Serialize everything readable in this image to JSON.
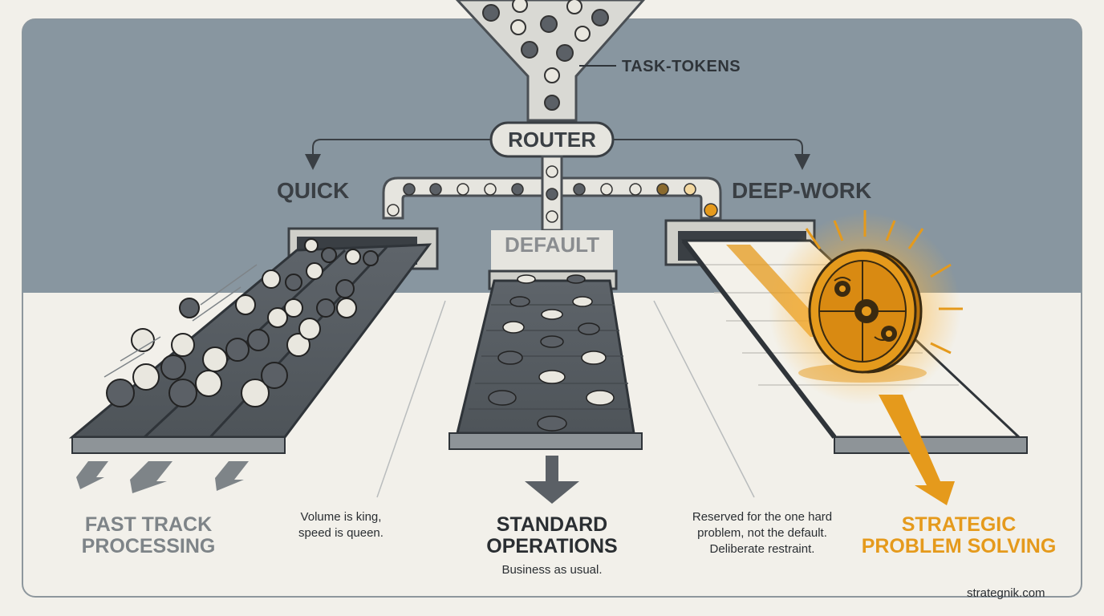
{
  "labels": {
    "task_tokens": "TASK-TOKENS",
    "router": "ROUTER",
    "quick": "QUICK",
    "deep_work": "DEEP-WORK",
    "default": "DEFAULT"
  },
  "tracks": {
    "fast": {
      "title": "FAST TRACK PROCESSING",
      "line1": "FAST TRACK",
      "line2": "PROCESSING",
      "note_line1": "Volume is king,",
      "note_line2": "speed is queen."
    },
    "standard": {
      "title": "STANDARD OPERATIONS",
      "line1": "STANDARD",
      "line2": "OPERATIONS",
      "note": "Business as usual."
    },
    "strategic": {
      "title": "STRATEGIC PROBLEM SOLVING",
      "line1": "STRATEGIC",
      "line2": "PROBLEM SOLVING",
      "note_line1": "Reserved for the one hard",
      "note_line2": "problem, not the default.",
      "note_line3": "Deliberate restraint."
    }
  },
  "credit": "strategnik.com",
  "colors": {
    "background_panel": "#8896a0",
    "floor": "#f2f0ea",
    "belt_dark": "#5b6066",
    "accent_gold": "#e59a1c",
    "text_dark": "#2a2e32",
    "text_muted": "#7e8488"
  },
  "icons": [
    "funnel-icon",
    "arrow-down-icon",
    "gear-icon",
    "puzzle-coin-icon",
    "conveyor-icon"
  ]
}
